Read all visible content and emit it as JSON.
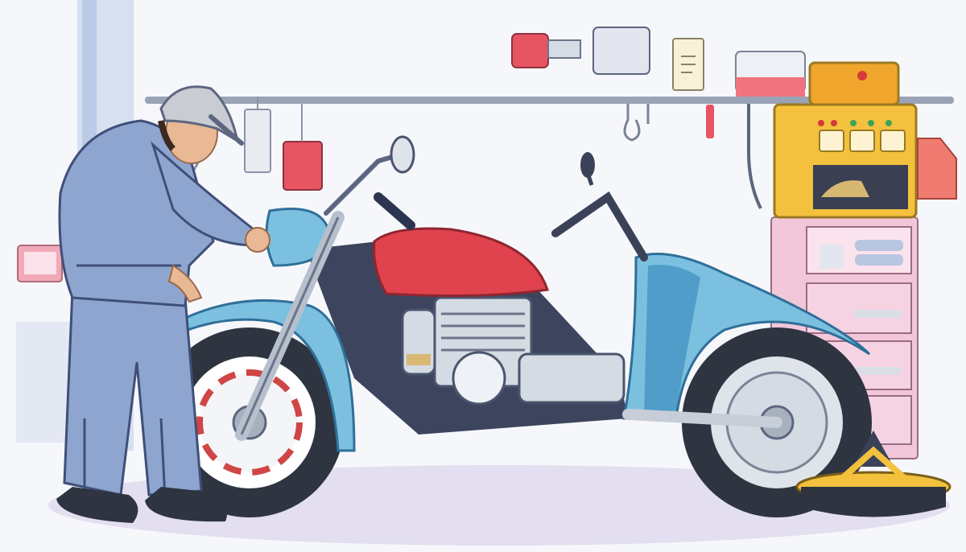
{
  "scene": {
    "description_visible_text": "",
    "colors": {
      "wall": "#f6f7fb",
      "floor_shadow": "#cfc8e6",
      "overalls": "#8ea6cf",
      "overalls_dark": "#3f4f78",
      "cap": "#c9ccd3",
      "skin": "#e9b895",
      "tank_red": "#e0434d",
      "fender_blue": "#7cc0e0",
      "fender_dark": "#3f8fbf",
      "frame_navy": "#2c3550",
      "chrome": "#d4dbe2",
      "tire": "#2e3440",
      "machine_yellow": "#f3c13d",
      "machine_orange": "#f0a52c",
      "cabinet_pink": "#f1c7d9",
      "rail": "#9aa3b6",
      "pink_tool": "#e75462"
    },
    "icons": [
      "mechanic-figure",
      "motorcycle",
      "wall-tool-rail",
      "yellow-machine",
      "pink-cabinet",
      "floor-jack"
    ]
  }
}
